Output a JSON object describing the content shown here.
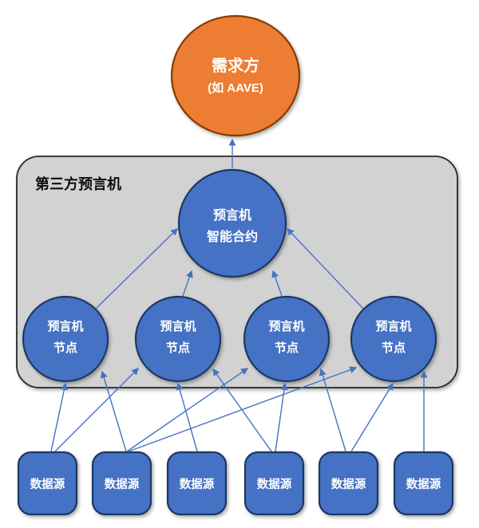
{
  "diagram": {
    "demand": {
      "id": "demand-party",
      "line1": "需求方",
      "line2": "(如 AAVE)"
    },
    "oracle_box": {
      "label": "第三方预言机"
    },
    "contract": {
      "id": "oracle-contract",
      "line1": "预言机",
      "line2": "智能合约"
    },
    "nodes": [
      {
        "id": "n1",
        "line1": "预言机",
        "line2": "节点"
      },
      {
        "id": "n2",
        "line1": "预言机",
        "line2": "节点"
      },
      {
        "id": "n3",
        "line1": "预言机",
        "line2": "节点"
      },
      {
        "id": "n4",
        "line1": "预言机",
        "line2": "节点"
      }
    ],
    "sources": [
      {
        "id": "s1",
        "label": "数据源"
      },
      {
        "id": "s2",
        "label": "数据源"
      },
      {
        "id": "s3",
        "label": "数据源"
      },
      {
        "id": "s4",
        "label": "数据源"
      },
      {
        "id": "s5",
        "label": "数据源"
      },
      {
        "id": "s6",
        "label": "数据源"
      }
    ],
    "edges": {
      "source_to_node": [
        [
          "s1",
          "n1"
        ],
        [
          "s1",
          "n2"
        ],
        [
          "s2",
          "n1"
        ],
        [
          "s2",
          "n3"
        ],
        [
          "s2",
          "n4"
        ],
        [
          "s3",
          "n2"
        ],
        [
          "s4",
          "n2"
        ],
        [
          "s4",
          "n3"
        ],
        [
          "s5",
          "n3"
        ],
        [
          "s5",
          "n4"
        ],
        [
          "s6",
          "n4"
        ]
      ],
      "node_to_contract": [
        "n1",
        "n2",
        "n3",
        "n4"
      ],
      "contract_to_demand": [
        "oracle-contract",
        "demand-party"
      ]
    },
    "colors": {
      "blue_fill": "#4472C4",
      "blue_border": "#1F3864",
      "orange_fill": "#ED7D31",
      "orange_border": "#833C00",
      "gray_fill": "#D2D2D2",
      "gray_border": "#262626",
      "arrow": "#4472C4",
      "label_text": "#FFFFFF",
      "box_title_text": "#0D0D0D"
    }
  }
}
